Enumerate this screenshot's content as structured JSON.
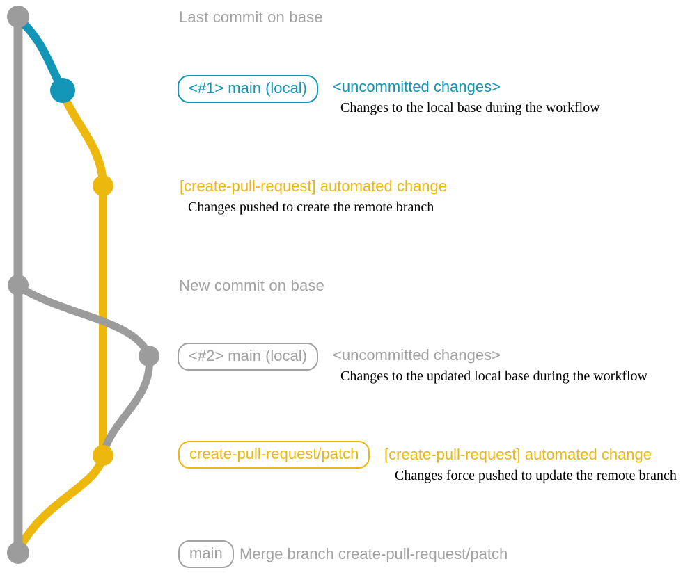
{
  "colors": {
    "blue": "#1295b6",
    "yellow": "#edb80d",
    "gray_line": "#9c9c9c",
    "gray_text": "#a2a2a2",
    "ink": "#000000",
    "bg": "#ffffff"
  },
  "graph": {
    "type": "git-branch-diagram",
    "nodes": [
      {
        "name": "last-commit-on-base",
        "color": "gray"
      },
      {
        "name": "main-local-1",
        "color": "blue"
      },
      {
        "name": "automated-change-1",
        "color": "yellow"
      },
      {
        "name": "new-commit-on-base",
        "color": "gray"
      },
      {
        "name": "main-local-2",
        "color": "gray"
      },
      {
        "name": "automated-change-2",
        "color": "yellow"
      },
      {
        "name": "merge-commit",
        "color": "gray"
      }
    ]
  },
  "entries": {
    "last_commit_base": {
      "label": "Last commit on base"
    },
    "main_local_1": {
      "branch_label": "<#1> main (local)",
      "status": "<uncommitted changes>",
      "description": "Changes to the local base during the workflow"
    },
    "automated_change_1": {
      "title": "[create-pull-request] automated change",
      "description": "Changes pushed to create the remote branch"
    },
    "new_commit_base": {
      "label": "New commit on base"
    },
    "main_local_2": {
      "branch_label": "<#2> main (local)",
      "status": "<uncommitted changes>",
      "description": "Changes to the updated local base during the workflow"
    },
    "automated_change_2": {
      "branch_label": "create-pull-request/patch",
      "title": "[create-pull-request] automated change",
      "description": "Changes force pushed to update the remote branch"
    },
    "merge": {
      "branch_label": "main",
      "title": "Merge branch create-pull-request/patch"
    }
  }
}
